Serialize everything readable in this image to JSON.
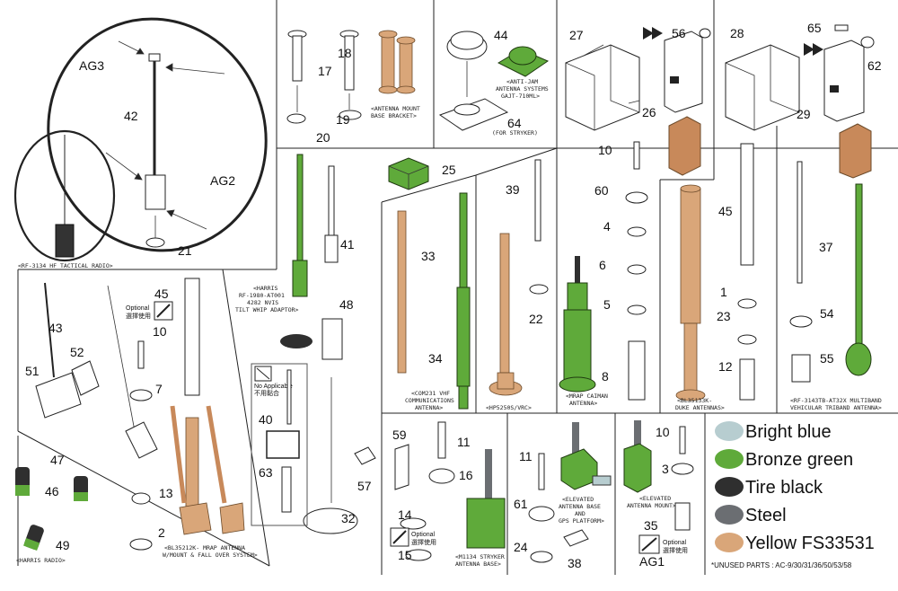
{
  "colors": {
    "bright_blue": "#b7cdd0",
    "bronze_green": "#5faa3a",
    "tire_black": "#2f2f2f",
    "steel": "#6b6e72",
    "yellow": "#d9a679"
  },
  "legend": [
    {
      "label": "Bright blue",
      "color": "#b7cdd0"
    },
    {
      "label": "Bronze green",
      "color": "#5faa3a"
    },
    {
      "label": "Tire black",
      "color": "#2f2f2f"
    },
    {
      "label": "Steel",
      "color": "#6b6e72"
    },
    {
      "label": "Yellow FS33531",
      "color": "#d9a679"
    }
  ],
  "unused_parts": "*UNUSED PARTS : AC-9/30/31/36/50/53/58",
  "captions": {
    "rf3134": "<RF-3134 HF TACTICAL RADIO>",
    "mount_bracket_1": "<ANTENNA MOUNT",
    "mount_bracket_2": "BASE BRACKET>",
    "anti_jam_1": "<ANTI-JAM",
    "anti_jam_2": "ANTENNA SYSTEMS",
    "anti_jam_3": "GAJT-710ML>",
    "for_stryker": "(FOR STRYKER)",
    "harris_1": "<HARRIS",
    "harris_2": "RF-1980-AT001",
    "harris_3": "4282 NVIS",
    "harris_4": "TILT WHIP ADAPTOR>",
    "com231_1": "<COM231 VHF",
    "com231_2": "COMMUNICATIONS",
    "com231_3": "ANTENNA>",
    "hp5250": "<HP5250S/VRC>",
    "caiman_1": "<MRAP CAIMAN",
    "caiman_2": "ANTENNA>",
    "duke_1": "<BL35133K-",
    "duke_2": "DUKE ANTENNAS>",
    "triband_1": "<RF-3143TB-AT32X MULTIBAND",
    "triband_2": "VEHICULAR TRIBAND ANTENNA>",
    "mrap_1": "<BL35212K- MRAP ANTENNA",
    "mrap_2": "W/MOUNT & FALL OVER SYSTEM>",
    "harris_radio": "<HARRIS RADIO>",
    "m1134_1": "<M1134 STRYKER",
    "m1134_2": "ANTENNA BASE>",
    "elevated_base_1": "<ELEVATED",
    "elevated_base_2": "ANTENNA BASE",
    "elevated_base_3": "AND",
    "elevated_base_4": "GPS PLATFORM>",
    "elevated_mount_1": "<ELEVATED",
    "elevated_mount_2": "ANTENNA MOUNT>"
  },
  "optional": {
    "en": "Optional",
    "jp": "選擇使用"
  },
  "not_applicable": {
    "en": "No Applicable",
    "jp": "不用黏合"
  },
  "labels": {
    "ag3": "AG3",
    "ag2": "AG2",
    "ag1": "AG1",
    "p1": "1",
    "p2": "2",
    "p3": "3",
    "p4": "4",
    "p5": "5",
    "p6": "6",
    "p7": "7",
    "p8": "8",
    "p10": "10",
    "p11": "11",
    "p12": "12",
    "p13": "13",
    "p14": "14",
    "p15": "15",
    "p16": "16",
    "p17": "17",
    "p18": "18",
    "p19": "19",
    "p20": "20",
    "p21": "21",
    "p22": "22",
    "p23": "23",
    "p24": "24",
    "p25": "25",
    "p26": "26",
    "p27": "27",
    "p28": "28",
    "p29": "29",
    "p32": "32",
    "p33": "33",
    "p34": "34",
    "p35": "35",
    "p37": "37",
    "p38": "38",
    "p39": "39",
    "p40": "40",
    "p41": "41",
    "p42": "42",
    "p43": "43",
    "p44": "44",
    "p45": "45",
    "p46": "46",
    "p47": "47",
    "p48": "48",
    "p49": "49",
    "p51": "51",
    "p52": "52",
    "p54": "54",
    "p55": "55",
    "p56": "56",
    "p57": "57",
    "p59": "59",
    "p60": "60",
    "p61": "61",
    "p62": "62",
    "p63": "63",
    "p64": "64",
    "p65": "65"
  }
}
